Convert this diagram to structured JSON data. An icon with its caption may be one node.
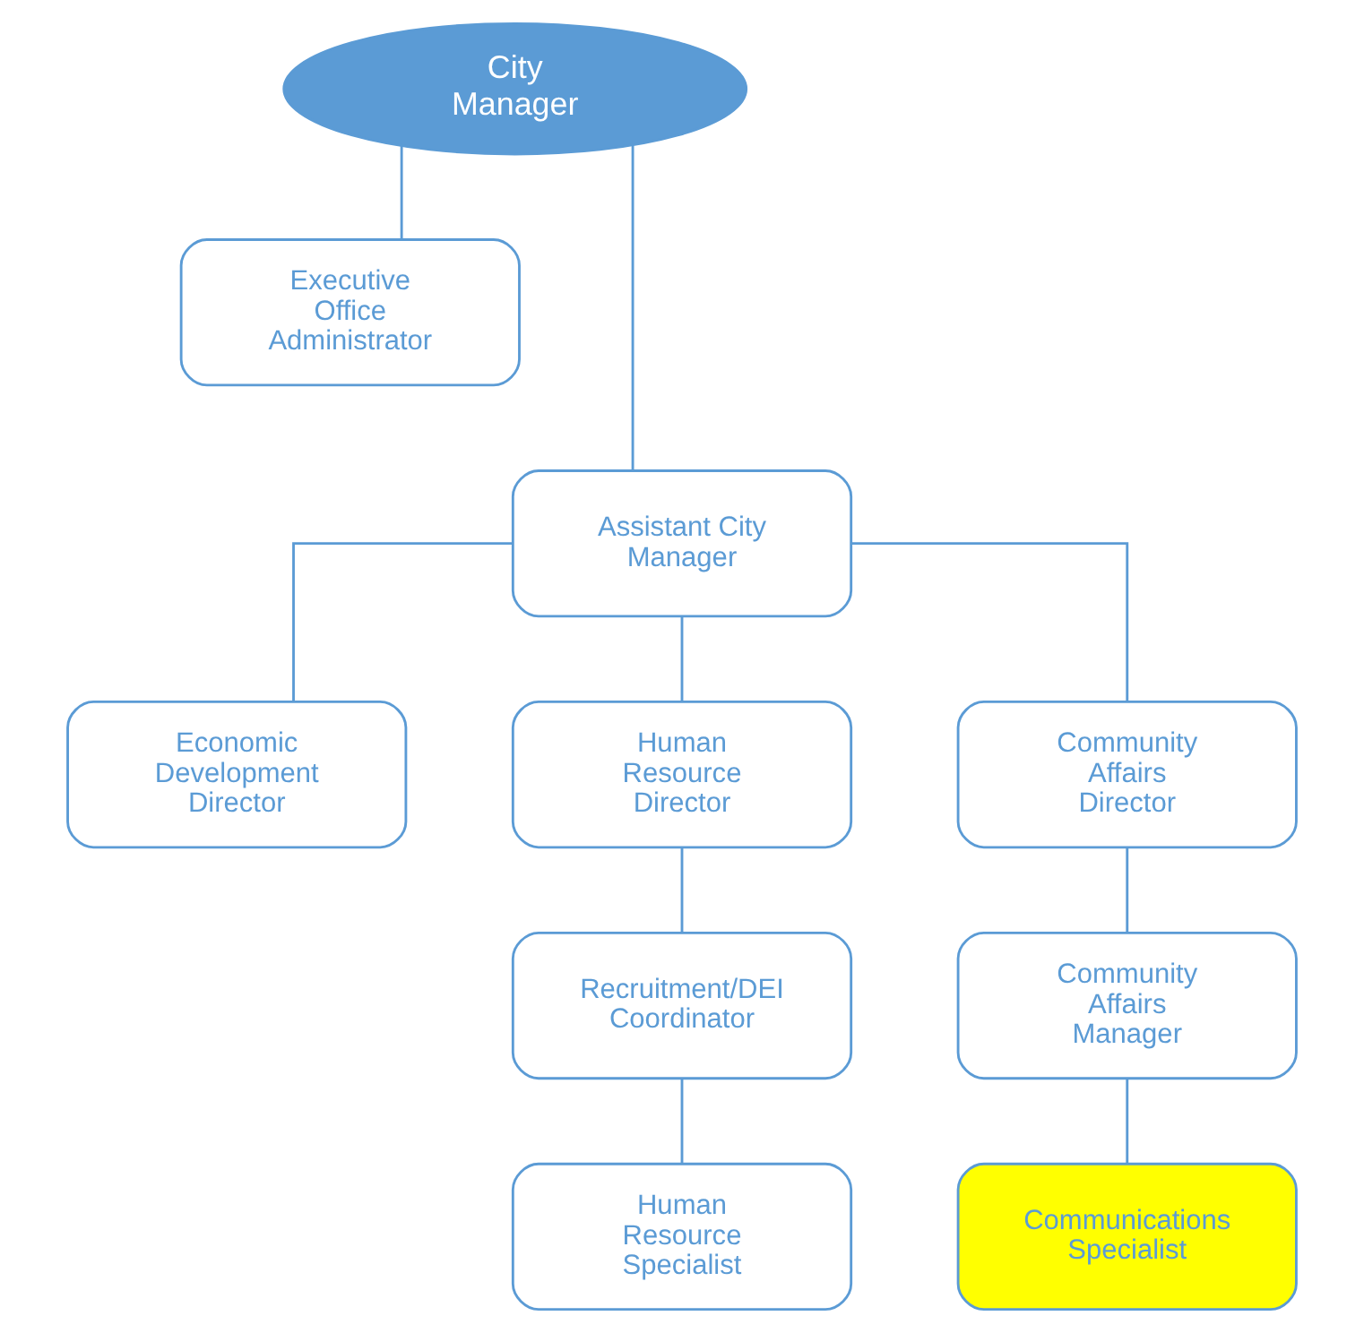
{
  "diagram": {
    "nodes": [
      {
        "text": [
          "City Manager"
        ]
      },
      {
        "text": [
          "Executive Office Administrator"
        ]
      },
      {
        "text": [
          "Assistant City Manager"
        ]
      },
      {
        "text": [
          "Economic Development Director"
        ]
      },
      {
        "text": [
          "Human Resource Director"
        ]
      },
      {
        "text": [
          "Community Affairs Director"
        ]
      },
      {
        "text": [
          "Recruitment/DEI Coordinator"
        ]
      },
      {
        "text": [
          "Community Affairs Manager"
        ]
      },
      {
        "text": [
          "Human Resource Specialist"
        ]
      },
      {
        "text": [
          "Communications Specialist"
        ]
      }
    ],
    "edges": [
      {
        "from": 0,
        "to": 1,
        "arrow": "none"
      },
      {
        "from": 0,
        "to": 2,
        "arrow": "none"
      },
      {
        "from": 2,
        "to": 3,
        "arrow": "none"
      },
      {
        "from": 2,
        "to": 4,
        "arrow": "none"
      },
      {
        "from": 2,
        "to": 5,
        "arrow": "none"
      },
      {
        "from": 4,
        "to": 6,
        "arrow": "none"
      },
      {
        "from": 5,
        "to": 7,
        "arrow": "none"
      },
      {
        "from": 6,
        "to": 8,
        "arrow": "none"
      },
      {
        "from": 7,
        "to": 9,
        "arrow": "none"
      }
    ]
  }
}
